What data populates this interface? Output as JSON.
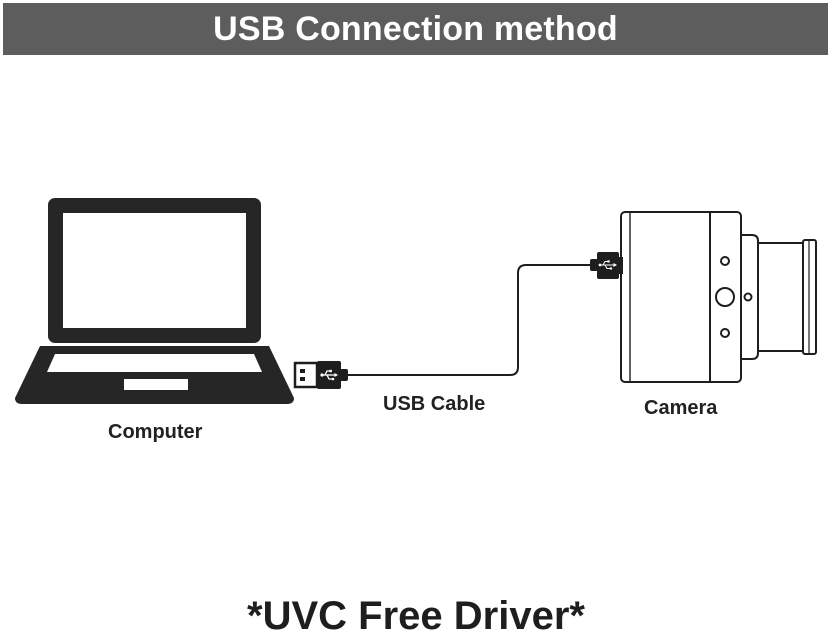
{
  "header": {
    "title": "USB Connection method",
    "background_color": "#5d5d5d",
    "text_color": "#ffffff"
  },
  "diagram": {
    "nodes": {
      "computer": {
        "label": "Computer",
        "icon": "laptop-icon"
      },
      "cable": {
        "label": "USB Cable",
        "icon": "usb-cable-icon"
      },
      "camera": {
        "label": "Camera",
        "icon": "camera-icon"
      }
    },
    "connector_icons": [
      "usb-a-plug-icon",
      "usb-symbol-icon",
      "micro-usb-plug-icon"
    ],
    "line_color": "#1e1e1e"
  },
  "footer": {
    "note": "*UVC Free Driver*"
  }
}
